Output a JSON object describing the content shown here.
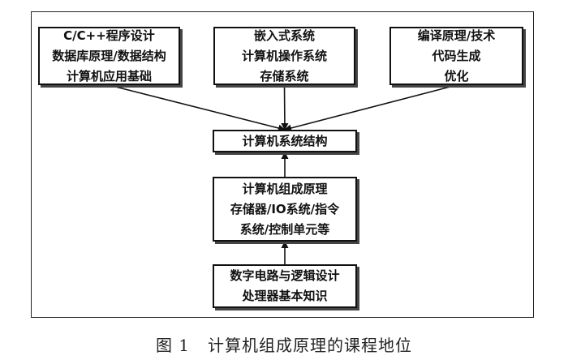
{
  "diagram": {
    "nodes": {
      "top_left": [
        "C/C++程序设计",
        "数据库原理/数据结构",
        "计算机应用基础"
      ],
      "top_mid": [
        "嵌入式系统",
        "计算机操作系统",
        "存储系统"
      ],
      "top_right": [
        "编译原理/技术",
        "代码生成",
        "优化"
      ],
      "center": [
        "计算机系统结构"
      ],
      "mid": [
        "计算机组成原理",
        "存储器/IO系统/指令",
        "系统/控制单元等"
      ],
      "bottom": [
        "数字电路与逻辑设计",
        "处理器基本知识"
      ]
    },
    "edges": [
      {
        "from": "top_left",
        "to": "center"
      },
      {
        "from": "top_mid",
        "to": "center"
      },
      {
        "from": "top_right",
        "to": "center"
      },
      {
        "from": "mid",
        "to": "center"
      },
      {
        "from": "bottom",
        "to": "mid"
      }
    ],
    "line_color": "#111111"
  },
  "caption": {
    "figure_number": "图 1",
    "text": "计算机组成原理的课程地位"
  }
}
